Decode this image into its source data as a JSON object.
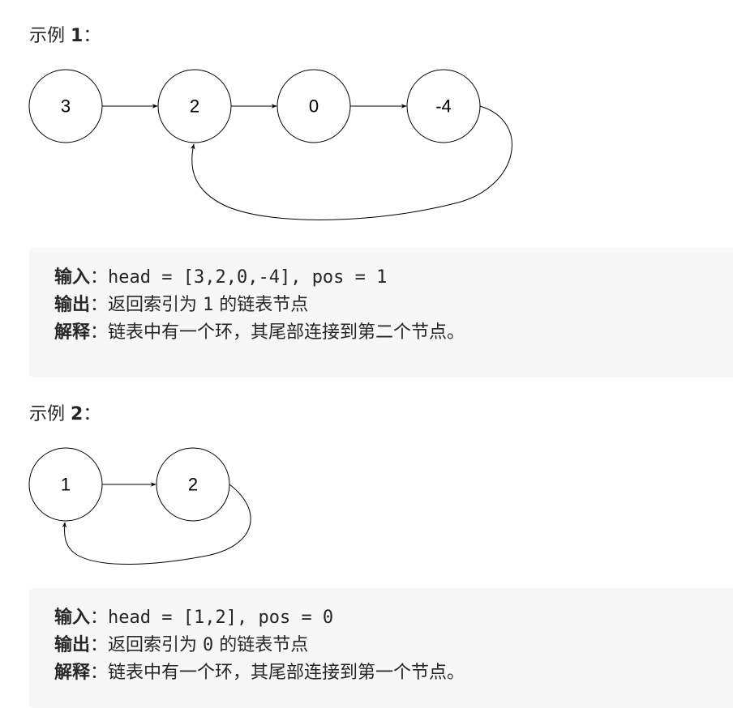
{
  "example1": {
    "heading_prefix": "示例 ",
    "heading_number": "1",
    "heading_suffix": "：",
    "nodes": [
      "3",
      "2",
      "0",
      "-4"
    ],
    "input_key": "输入",
    "input_value": "head = [3,2,0,-4], pos = 1",
    "output_key": "输出",
    "output_before": "返回索引为 ",
    "output_index": "1",
    "output_after": " 的链表节点",
    "explain_key": "解释",
    "explain_value": "链表中有一个环，其尾部连接到第二个节点。"
  },
  "example2": {
    "heading_prefix": "示例 ",
    "heading_number": "2",
    "heading_suffix": "：",
    "nodes": [
      "1",
      "2"
    ],
    "input_key": "输入",
    "input_value": "head = [1,2], pos = 0",
    "output_key": "输出",
    "output_before": "返回索引为 ",
    "output_index": "0",
    "output_after": " 的链表节点",
    "explain_key": "解释",
    "explain_value": "链表中有一个环，其尾部连接到第一个节点。"
  },
  "colon": "：",
  "colors": {
    "text": "#262626",
    "code_background": "#f7f7f8",
    "stroke": "#000000"
  }
}
